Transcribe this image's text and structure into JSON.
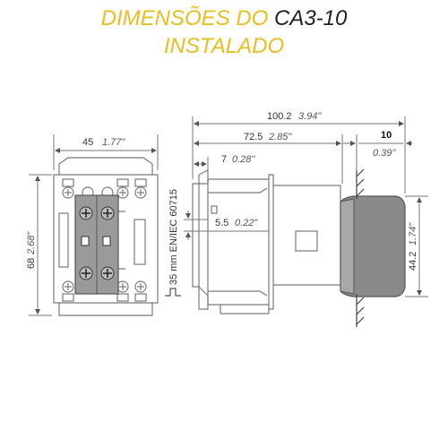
{
  "title": {
    "line1_yellow": "DIMENSÕES DO ",
    "line1_model": "CA3-10",
    "line2": "INSTALADO"
  },
  "colors": {
    "title_yellow": "#e6c020",
    "line_gray": "#7a7a7a",
    "block_gray": "#8a8a8a"
  },
  "front_view": {
    "width_mm": "45",
    "width_in": "1.77\"",
    "height_mm": "68",
    "height_in": "2.68\""
  },
  "side_view": {
    "total_mm": "100.2",
    "total_in": "3.94\"",
    "depth_mm": "72.5",
    "depth_in": "2.85\"",
    "rail_offset_mm": "7",
    "rail_offset_in": "0.28\"",
    "rail_gap_mm": "5.5",
    "rail_gap_in": "0.22\"",
    "rail_label": "35 mm EN/IEC 60715",
    "clearance_mm": "10",
    "clearance_in": "0.39\"",
    "block_height_mm": "44.2",
    "block_height_in": "1.74\""
  }
}
